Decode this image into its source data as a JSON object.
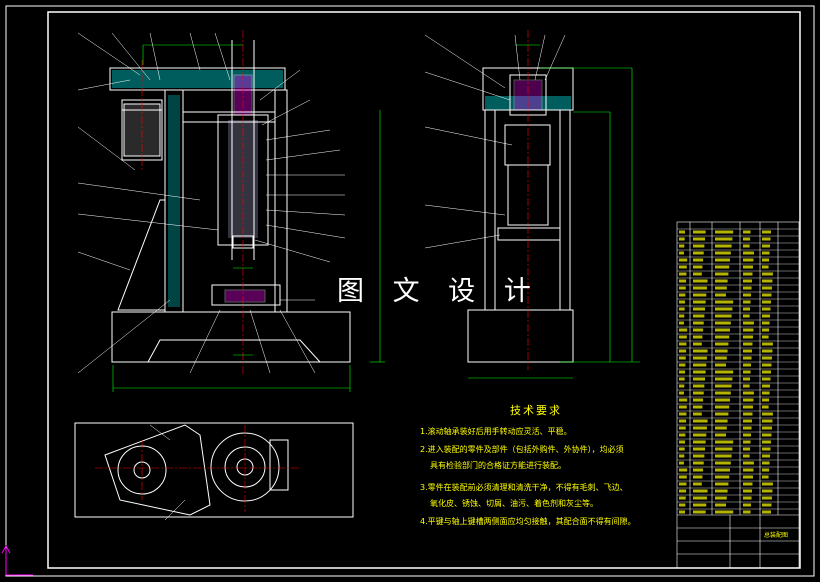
{
  "drawing": {
    "watermark": "图 文 设 计",
    "technical_requirements": {
      "title": "技术要求",
      "items": [
        "1.滚动轴承装好后用手转动应灵活、平稳。",
        "2.进入装配的零件及部件（包括外购件、外协件），均必须",
        "具有检验部门的合格证方能进行装配。",
        "3.零件在装配前必须清理和清洗干净，不得有毛刺、飞边、",
        "氧化皮、锈蚀、切屑、油污、着色剂和灰尘等。",
        "4.平键与轴上键槽两侧面应均匀接触，其配合面不得有间隙。"
      ]
    },
    "title_block": {
      "name": "总装配图"
    }
  },
  "colors": {
    "background": "#000000",
    "frame": "#ffffff",
    "outline": "#ffffff",
    "centerline": "#ff0000",
    "dimension": "#00ff00",
    "hatch": "#00ffff",
    "accent": "#ff00ff",
    "text": "#ffff00",
    "leader": "#ffffff"
  }
}
